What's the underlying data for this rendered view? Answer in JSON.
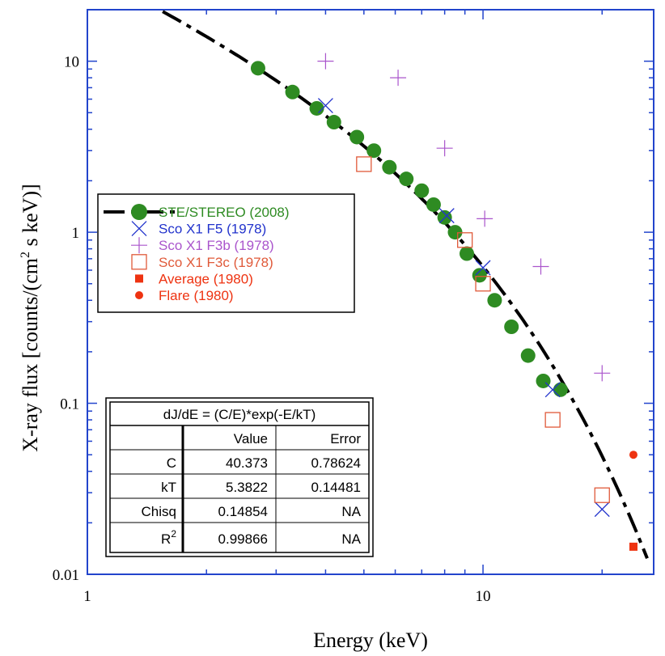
{
  "chart_data": {
    "type": "scatter",
    "x_scale": "log",
    "y_scale": "log",
    "xlim": [
      1,
      27
    ],
    "ylim": [
      0.01,
      20
    ],
    "xlabel": "Energy (keV)",
    "ylabel": "X-ray flux [counts/(cm² s keV)]",
    "ylabel_parts": {
      "pre": "X-ray flux [counts/(cm",
      "sup": "2",
      "post": " s keV)]"
    },
    "x_ticks": [
      {
        "v": 1,
        "label": "1"
      },
      {
        "v": 10,
        "label": "10"
      }
    ],
    "y_ticks": [
      {
        "v": 0.01,
        "label": "0.01"
      },
      {
        "v": 0.1,
        "label": "0.1"
      },
      {
        "v": 1,
        "label": "1"
      },
      {
        "v": 10,
        "label": "10"
      }
    ],
    "grid": false,
    "colors": {
      "axis": "#2244cc",
      "fit": "#000000",
      "green": "#2e8b22",
      "blue": "#2233cc",
      "purple": "#aa55cc",
      "red": "#e05a3a",
      "redfill": "#ee3311"
    },
    "fit": {
      "C": 40.373,
      "kT": 5.3822,
      "x_range": [
        1.55,
        26
      ]
    },
    "series": [
      {
        "name": "STE/STEREO (2008)",
        "marker": "circle",
        "color": "#2e8b22",
        "x": [
          2.7,
          3.3,
          3.8,
          4.2,
          4.8,
          5.3,
          5.8,
          6.4,
          7.0,
          7.5,
          8.0,
          8.5,
          9.1,
          9.8,
          10.7,
          11.8,
          13.0,
          14.2,
          15.7
        ],
        "y": [
          9.1,
          6.6,
          5.3,
          4.4,
          3.6,
          3.0,
          2.4,
          2.05,
          1.75,
          1.45,
          1.22,
          1.0,
          0.75,
          0.56,
          0.4,
          0.28,
          0.19,
          0.135,
          0.12
        ]
      },
      {
        "name": "Sco X1 F5 (1978)",
        "marker": "x",
        "color": "#2233cc",
        "x": [
          4.0,
          8.1,
          10.0,
          15.0,
          20.0
        ],
        "y": [
          5.5,
          1.25,
          0.62,
          0.12,
          0.024
        ]
      },
      {
        "name": "Sco X1 F3b (1978)",
        "marker": "plus",
        "color": "#aa55cc",
        "x": [
          4.0,
          6.1,
          8.0,
          10.1,
          14.0,
          20.0
        ],
        "y": [
          10.0,
          8.0,
          3.1,
          1.2,
          0.63,
          0.15
        ]
      },
      {
        "name": "Sco X1 F3c (1978)",
        "marker": "square-open",
        "color": "#e05a3a",
        "x": [
          5.0,
          9.0,
          10.0,
          15.0,
          20.0
        ],
        "y": [
          2.5,
          0.9,
          0.5,
          0.08,
          0.029
        ]
      },
      {
        "name": "Average (1980)",
        "marker": "square-filled",
        "color": "#ee3311",
        "x": [
          24.0
        ],
        "y": [
          0.0145
        ]
      },
      {
        "name": "Flare (1980)",
        "marker": "dot",
        "color": "#ee3311",
        "x": [
          24.0
        ],
        "y": [
          0.05
        ]
      }
    ],
    "legend_placement": "middle-left",
    "fit_table": {
      "title": "dJ/dE = (C/E)*exp(-E/kT)",
      "headers": [
        "",
        "Value",
        "Error"
      ],
      "rows": [
        {
          "param": "C",
          "sup": "",
          "value": "40.373",
          "error": "0.78624"
        },
        {
          "param": "kT",
          "sup": "",
          "value": "5.3822",
          "error": "0.14481"
        },
        {
          "param": "Chisq",
          "sup": "",
          "value": "0.14854",
          "error": "NA"
        },
        {
          "param": "R",
          "sup": "2",
          "value": "0.99866",
          "error": "NA"
        }
      ]
    }
  }
}
